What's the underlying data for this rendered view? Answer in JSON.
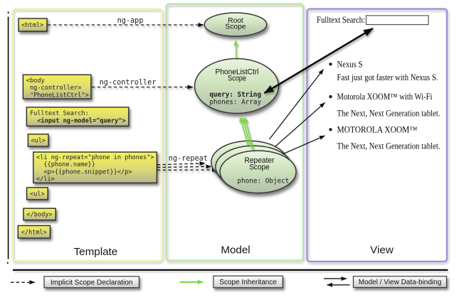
{
  "columns": {
    "template": {
      "label": "Template"
    },
    "model": {
      "label": "Model"
    },
    "view": {
      "label": "View"
    }
  },
  "template_code": {
    "html_open": "<html>",
    "body_open_lines": [
      "<body",
      " ng-controller=",
      " \"PhoneListCtrl\">"
    ],
    "fulltext_lines": [
      "Fulltext Search:",
      "  <input ng-model=\"query\">"
    ],
    "ul_open": "<ul>",
    "li_lines": [
      "<li ng-repeat=\"phone in phones\">",
      "  {{phone.name}}",
      "  <p>{{phone.snippet}}</p>",
      "</li>"
    ],
    "ul_close": "<ul>",
    "body_close": "</body>",
    "html_close": "</html>"
  },
  "directive_labels": {
    "ng_app": "ng-app",
    "ng_controller": "ng-controller",
    "ng_repeat": "ng-repeat"
  },
  "model_scopes": {
    "root": {
      "line1": "Root",
      "line2": "Scope"
    },
    "ctrl": {
      "line1": "PhoneListCtrl",
      "line2": "Scope",
      "prop_query": "query: String",
      "prop_phones": "phones: Array"
    },
    "repeater": {
      "line1": "Repeater",
      "line2": "Scope",
      "prop_phone": "phone: Object"
    }
  },
  "view_pane": {
    "search_label": "Fulltext Search:",
    "search_value": "",
    "items": [
      {
        "title": "Nexus S",
        "desc": "Fast just got faster with Nexus S."
      },
      {
        "title": "Motorola XOOM™ with Wi-Fi",
        "desc": "The Next, Next Generation tablet."
      },
      {
        "title": "MOTOROLA XOOM™",
        "desc": "The Next, Next Generation tablet."
      }
    ]
  },
  "legend": {
    "implicit": "Implicit Scope Declaration",
    "inheritance": "Scope Inheritance",
    "databinding": "Model / View Data-binding"
  },
  "colors": {
    "box_yellow_top": "#f3f159",
    "box_yellow_bottom": "#b4b492",
    "ellipse_green_top": "#dff0d0",
    "ellipse_green_bottom": "#b1bfa9",
    "arrow_green": "#7fd83f",
    "template_border": "#f1f1a8",
    "model_border": "#bde3a7",
    "view_border": "#9191da"
  }
}
